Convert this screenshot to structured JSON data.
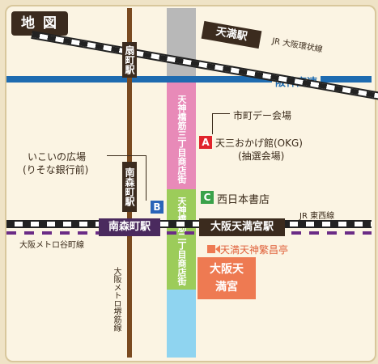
{
  "map": {
    "title": "地図",
    "roads": {
      "hanshin_expressway": "阪神高速"
    },
    "rail_lines": {
      "jr_loop": "JR 大阪環状線",
      "jr_tozai": "JR 東西線"
    },
    "metro_lines": {
      "tanimachi": "大阪メトロ谷町線",
      "sakaisuji": "大阪メトロ堺筋線"
    },
    "stations": {
      "tenma": "天満駅",
      "ogimachi": "扇町駅",
      "minamimorimachi_v": "南森町駅",
      "minamimorimachi": "南森町駅",
      "osaka_tenmangu": "大阪天満宮駅"
    },
    "street": {
      "segment3": "天神橋筋三丁目商店街",
      "segment2": "天神橋筋二丁目商店街"
    },
    "points": {
      "a_top_label": "市町デー会場",
      "a_line1": "天三おかげ館(OKG)",
      "a_line2": "(抽選会場)",
      "a_badge": "A",
      "b_line1": "いこいの広場",
      "b_line2": "(りそな銀行前)",
      "b_badge": "B",
      "c_label": "西日本書店",
      "c_badge": "C",
      "hanjotei": "天満天神繁昌亭",
      "tenmangu": "大阪天満宮"
    },
    "colors": {
      "expressway": "#1e6bb0",
      "metro_tanimachi": "#6a2b86",
      "metro_sakaisuji": "#7a4a20",
      "street_gray": "#b8b8b8",
      "street_pink": "#e88ab8",
      "street_green": "#9ccc5a",
      "street_blue": "#8fd4f0",
      "badge_a": "#e0242c",
      "badge_b": "#2a64b8",
      "badge_c": "#3aa24a",
      "tenmangu": "#ee7a52"
    }
  }
}
